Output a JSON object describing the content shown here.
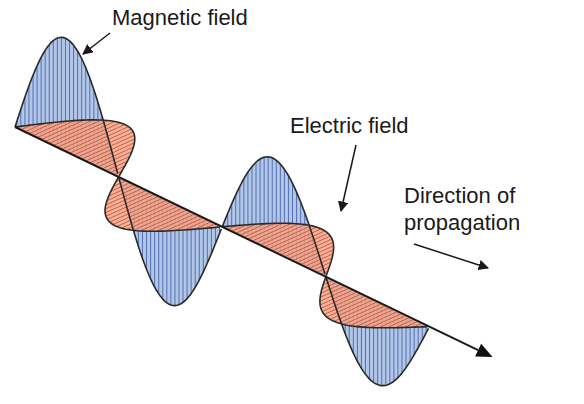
{
  "diagram": {
    "labels": [
      "Magnetic field",
      "Electric field",
      "Direction of propagation"
    ]
  }
}
